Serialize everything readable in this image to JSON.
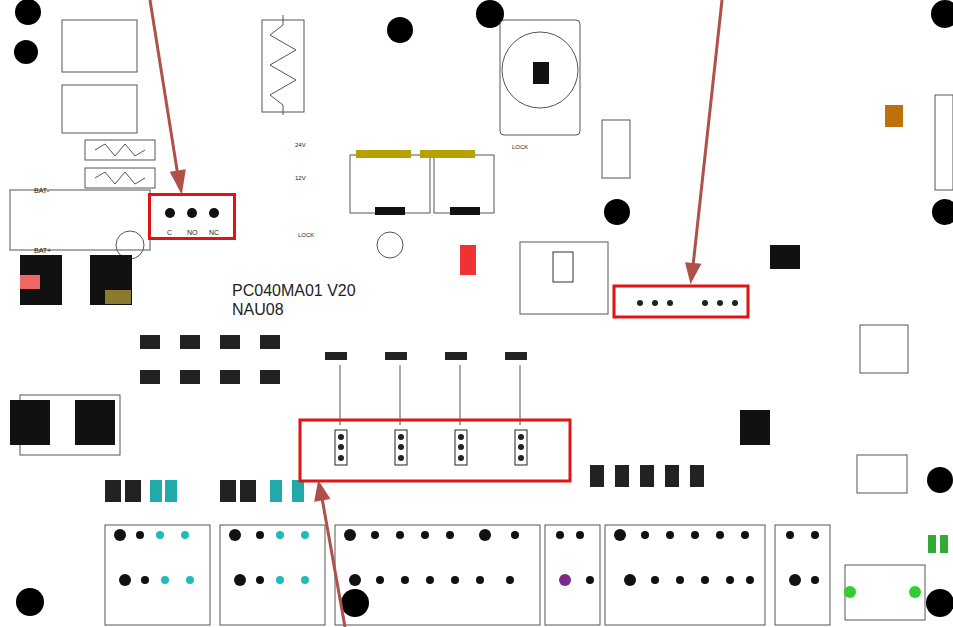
{
  "diagram": {
    "nodes": [
      {
        "text": [
          "C",
          "NO",
          "NC"
        ]
      }
    ],
    "labels": [
      "PC040MA01 V20",
      "NAU08",
      "BAT-",
      "BAT+",
      "LOCK",
      "LOCK",
      "24V",
      "12V"
    ]
  }
}
